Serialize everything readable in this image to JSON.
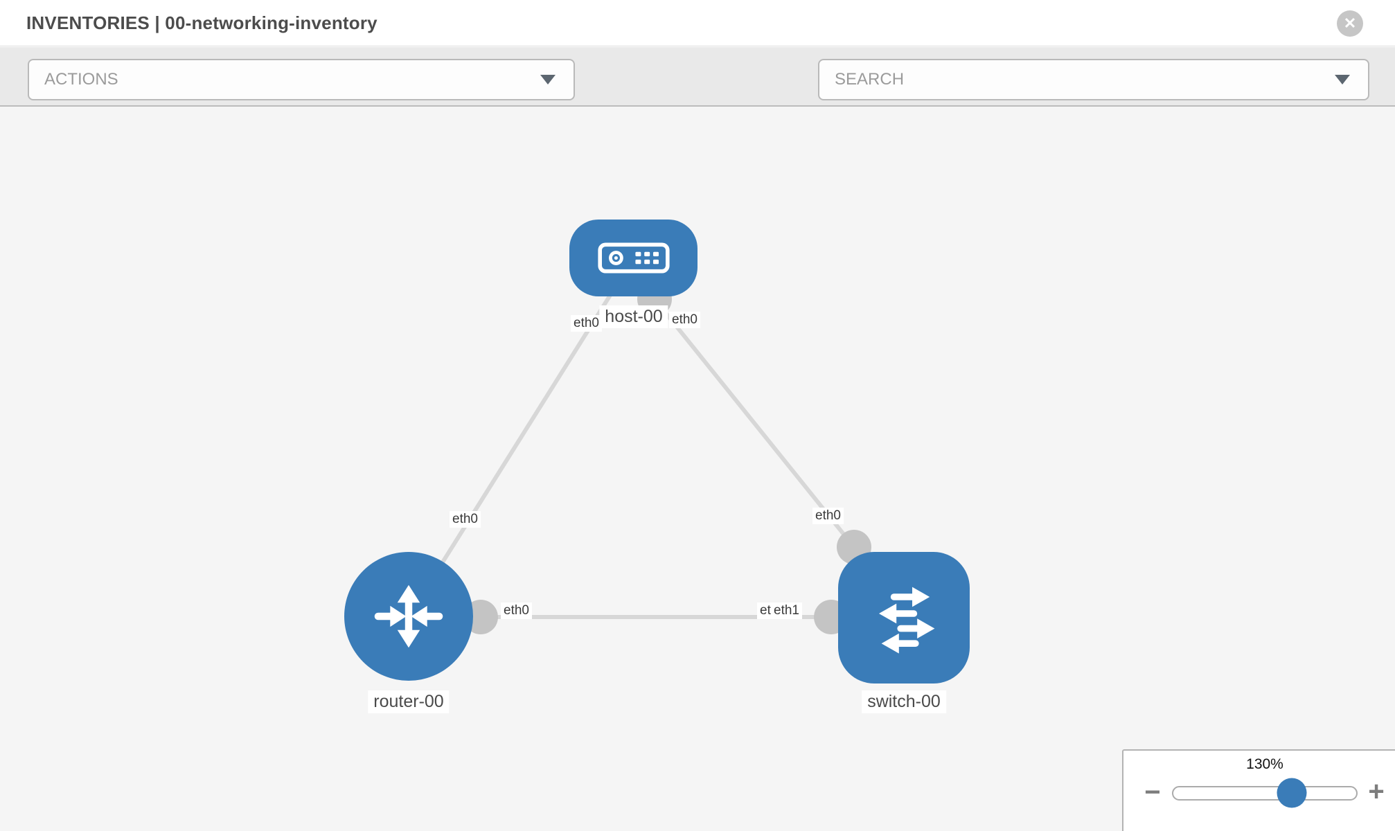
{
  "header": {
    "title": "INVENTORIES | 00-networking-inventory",
    "close_glyph": "✕"
  },
  "toolbar": {
    "actions_label": "ACTIONS",
    "search_label": "SEARCH"
  },
  "diagram": {
    "nodes": [
      {
        "label": "host-00",
        "type": "host"
      },
      {
        "label": "router-00",
        "type": "router"
      },
      {
        "label": "switch-00",
        "type": "switch"
      }
    ],
    "interfaces": {
      "host_left": "eth0",
      "host_right": "eth0",
      "router_top": "eth0",
      "router_right": "eth0",
      "switch_top": "eth0",
      "switch_left_back": "eth0",
      "switch_left_front": "eth1"
    },
    "links": [
      {
        "from": "host-00",
        "to": "router-00"
      },
      {
        "from": "host-00",
        "to": "switch-00"
      },
      {
        "from": "router-00",
        "to": "switch-00"
      }
    ]
  },
  "zoom": {
    "level": "130%",
    "minus_glyph": "−",
    "plus_glyph": "+"
  },
  "colors": {
    "node_blue": "#3a7cb8",
    "link_gray": "#d7d7d7",
    "port_gray": "#c4c4c4",
    "canvas_bg": "#f5f5f5",
    "toolbar_bg": "#e9e9e9"
  }
}
